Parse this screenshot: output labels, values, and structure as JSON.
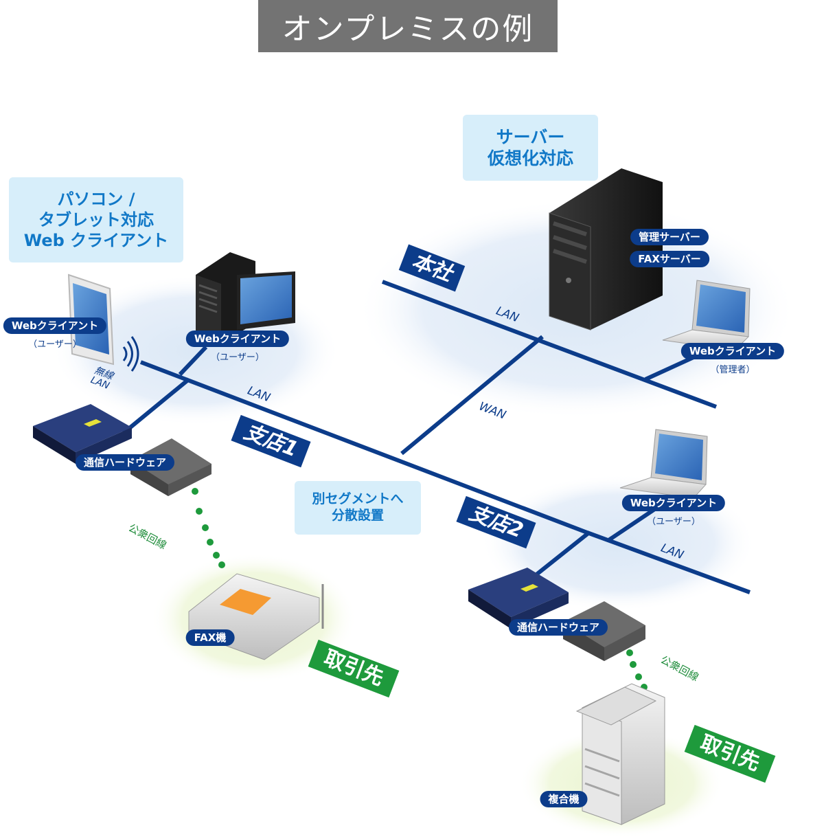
{
  "title": "オンプレミスの例",
  "callouts": {
    "client": [
      "パソコン /",
      "タブレット対応",
      "Web クライアント"
    ],
    "server": [
      "サーバー",
      "仮想化対応"
    ],
    "segment": [
      "別セグメントへ",
      "分散設置"
    ]
  },
  "sites": {
    "honsha": "本社",
    "shiten1": "支店1",
    "shiten2": "支店2"
  },
  "network": {
    "lan": "LAN",
    "wan": "WAN",
    "wireless": [
      "無線",
      "LAN"
    ],
    "public_line": "公衆回線"
  },
  "devices": {
    "tablet": {
      "label": "Webクライアント",
      "sub": "（ユーザー）"
    },
    "desktop": {
      "label": "Webクライアント",
      "sub": "（ユーザー）"
    },
    "server_roles": [
      "管理サーバー",
      "FAXサーバー"
    ],
    "admin_laptop": {
      "label": "Webクライアント",
      "sub": "（管理者）"
    },
    "branch2_laptop": {
      "label": "Webクライアント",
      "sub": "（ユーザー）"
    },
    "comm_hw1": "通信ハードウェア",
    "comm_hw2": "通信ハードウェア",
    "fax": "FAX機",
    "mfp": "複合機"
  },
  "partner": "取引先",
  "colors": {
    "network_blue": "#0c3c8a",
    "callout_bg": "#d7eefa",
    "callout_text": "#1178c7",
    "partner_green": "#1e9a3c",
    "title_bg": "#737373"
  }
}
